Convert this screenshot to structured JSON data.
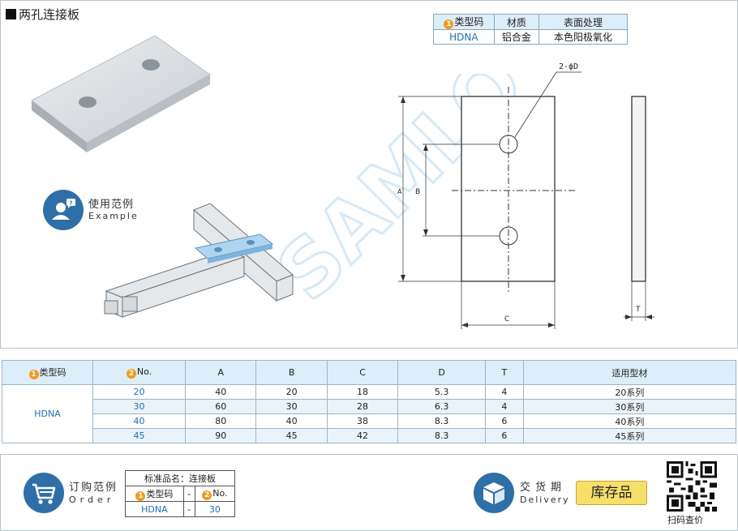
{
  "header": {
    "title": "两孔连接板"
  },
  "type_table": {
    "badge": "1",
    "headers": [
      "类型码",
      "材质",
      "表面处理"
    ],
    "row": [
      "HDNA",
      "铝合金",
      "本色阳极氧化"
    ]
  },
  "example": {
    "label_zh": "使用范例",
    "label_en": "Example"
  },
  "drawing": {
    "hole_label": "2-ϕD",
    "dim_a": "A",
    "dim_b": "B",
    "dim_c": "C",
    "dim_t": "T"
  },
  "spec_table": {
    "badge1": "1",
    "badge2": "2",
    "headers": [
      "类型码",
      "No.",
      "A",
      "B",
      "C",
      "D",
      "T",
      "适用型材"
    ],
    "type_code": "HDNA",
    "rows": [
      [
        "20",
        "40",
        "20",
        "18",
        "5.3",
        "4",
        "20系列"
      ],
      [
        "30",
        "60",
        "30",
        "28",
        "6.3",
        "4",
        "30系列"
      ],
      [
        "40",
        "80",
        "40",
        "38",
        "8.3",
        "6",
        "40系列"
      ],
      [
        "45",
        "90",
        "45",
        "42",
        "8.3",
        "6",
        "45系列"
      ]
    ]
  },
  "order": {
    "label_zh": "订购范例",
    "label_en": "Order",
    "standard_name": "标准品名：连接板",
    "badge1": "1",
    "badge2": "2",
    "type_header": "类型码",
    "dash": "-",
    "no_header": "No.",
    "type_value": "HDNA",
    "no_value": "30"
  },
  "delivery": {
    "label_zh": "交货期",
    "label_en": "Delivery",
    "stock": "库存品"
  },
  "qr": {
    "label": "扫码查价"
  },
  "colors": {
    "accent": "#2f6fa8",
    "badge": "#f39a1e",
    "header_bg": "#dceef9",
    "link": "#1e6fb8",
    "stock": "#f6df6b"
  },
  "icons": [
    "person-question-icon",
    "cart-icon",
    "box-icon",
    "qr-code-icon"
  ]
}
